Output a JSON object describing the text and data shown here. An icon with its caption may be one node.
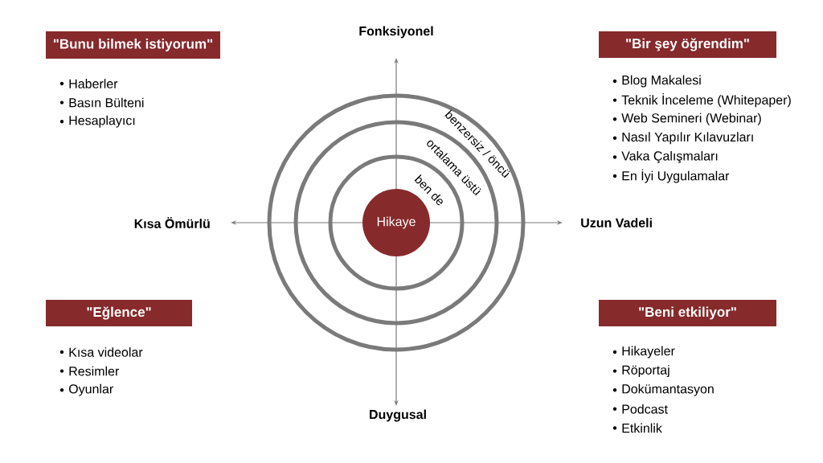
{
  "diagram": {
    "nodes": [
      {
        "text": [
          "benzersiz / öncü"
        ]
      },
      {
        "text": [
          "ortalama üstü"
        ],
        "in": 0
      },
      {
        "text": [
          "ben de"
        ],
        "in": 1
      },
      {
        "text": [
          "Hikaye"
        ],
        "in": 2
      },
      {
        "text": [
          "\"Bunu bilmek istiyorum\""
        ],
        "beside": [
          "Haberler",
          "Basın Bülteni",
          "Hesaplayıcı"
        ]
      },
      {
        "text": [
          "\"Bir şey öğrendim\""
        ],
        "beside": [
          "Blog Makalesi",
          "Teknik İnceleme (Whitepaper)",
          "Web Semineri (Webinar)",
          "Nasıl Yapılır Kılavuzları",
          "Vaka Çalışmaları",
          "En İyi Uygulamalar"
        ]
      },
      {
        "text": [
          "\"Eğlence\""
        ],
        "beside": [
          "Kısa videolar",
          "Resimler",
          "Oyunlar"
        ]
      },
      {
        "text": [
          "\"Beni etkiliyor\""
        ],
        "beside": [
          "Hikayeler",
          "Röportaj",
          "Dokümantasyon",
          "Podcast",
          "Etkinlik"
        ]
      }
    ],
    "labels": [
      "Fonksiyonel",
      "Kısa Ömürlü",
      "Uzun Vadeli",
      "Duygusal"
    ]
  }
}
